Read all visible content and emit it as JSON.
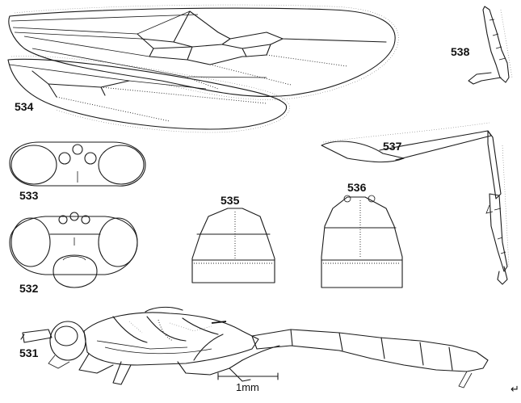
{
  "figure_labels": {
    "fig_531": "531",
    "fig_532": "532",
    "fig_533": "533",
    "fig_534": "534",
    "fig_535": "535",
    "fig_536": "536",
    "fig_537": "537",
    "fig_538": "538"
  },
  "scale_bar": {
    "label": "1mm"
  },
  "corner_mark": "↵"
}
